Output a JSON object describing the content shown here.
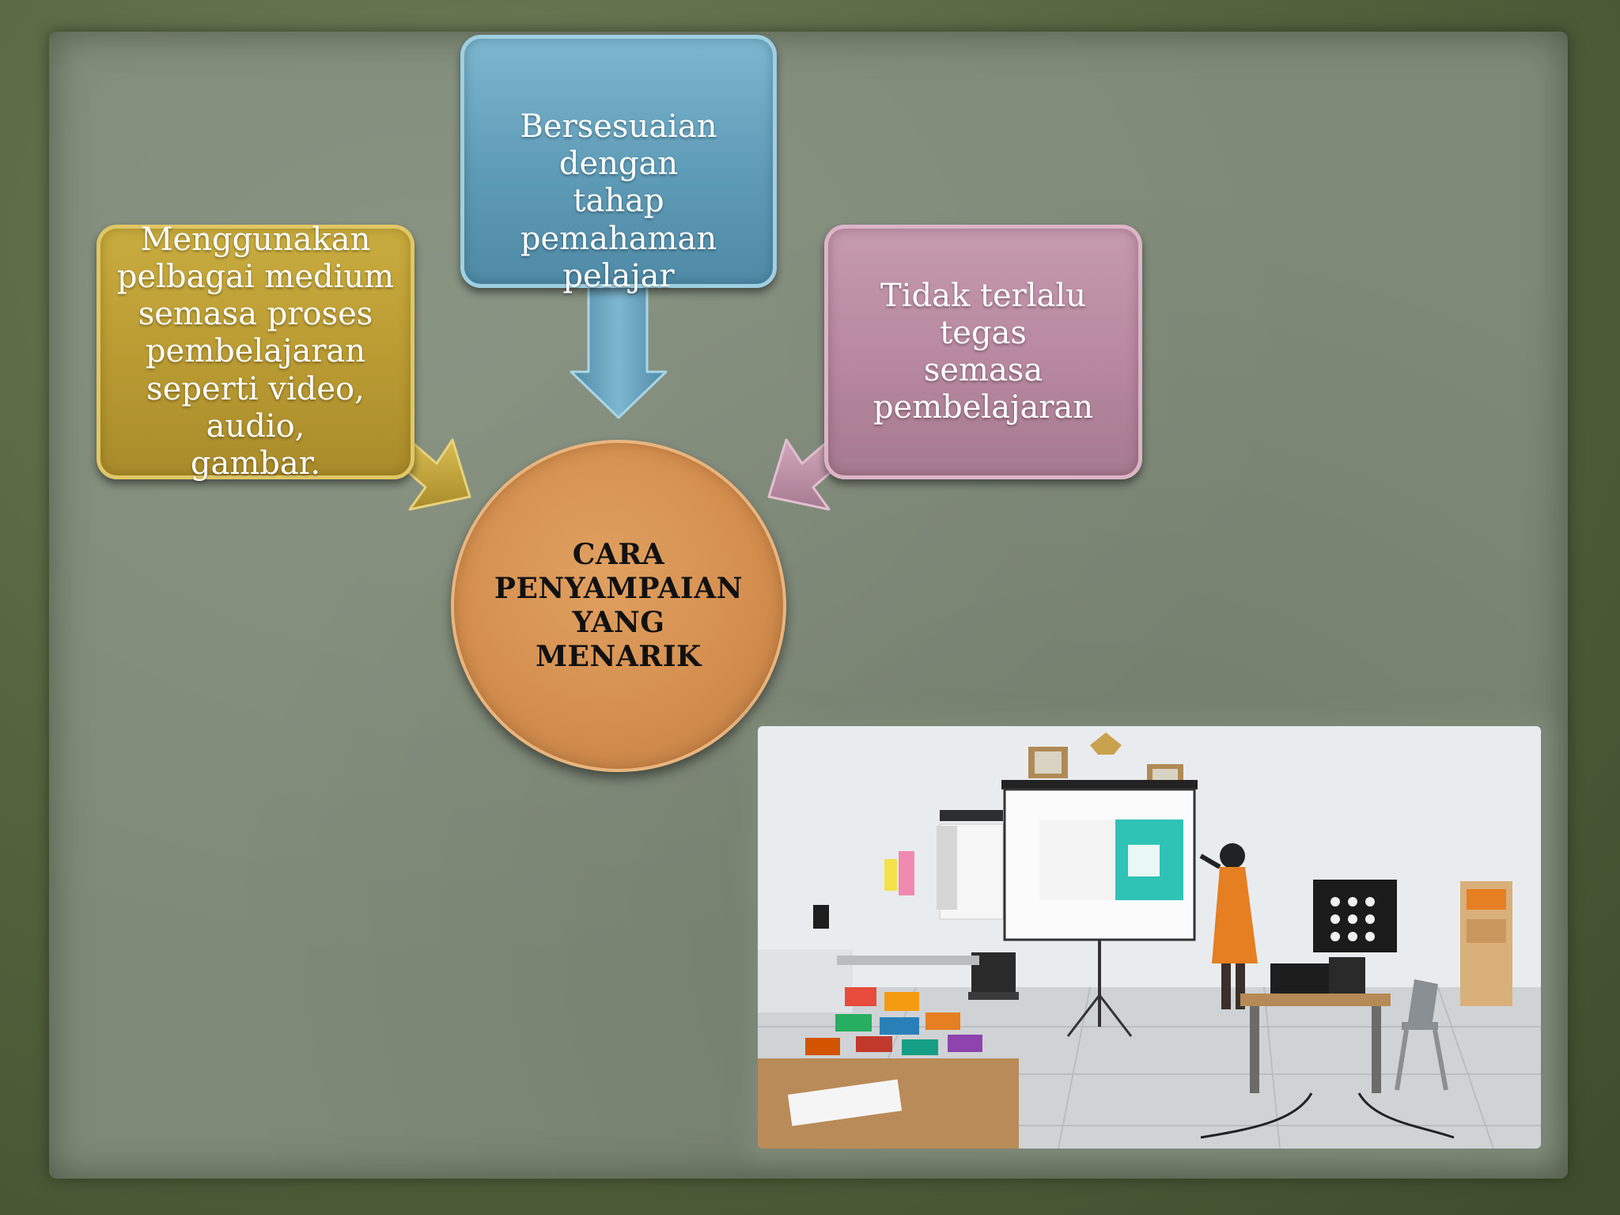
{
  "diagram": {
    "center": {
      "lines": [
        "CARA",
        "PENYAMPAIAN",
        "YANG",
        "MENARIK"
      ]
    },
    "nodes": {
      "top": {
        "lines": [
          "Bersesuaian dengan",
          "tahap pemahaman",
          "pelajar"
        ],
        "color": "#5e9bb7"
      },
      "left": {
        "lines": [
          "Menggunakan",
          "pelbagai medium",
          "semasa proses",
          "pembelajaran",
          "seperti video, audio,",
          "gambar."
        ],
        "color": "#b99a32"
      },
      "right": {
        "lines": [
          "Tidak terlalu tegas",
          "semasa",
          "pembelajaran"
        ],
        "color": "#b7889f"
      }
    },
    "center_color": "#d48f4f",
    "background_color": "#7f8a78",
    "frame_color": "#56653f"
  },
  "photo": {
    "subject": "classroom-presentation-photo"
  }
}
